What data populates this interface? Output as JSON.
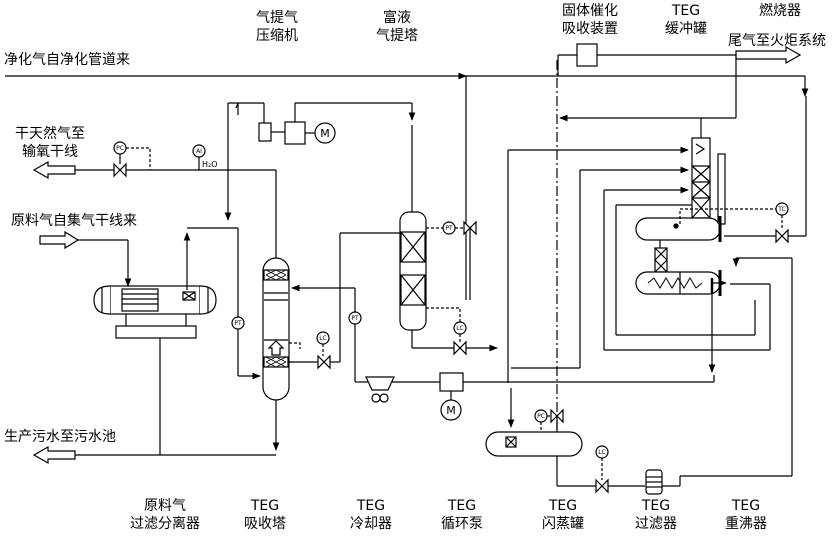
{
  "labels": {
    "strip_compressor": [
      "气提气",
      "压缩机"
    ],
    "rich_stripper": [
      "富液",
      "气提塔"
    ],
    "catalytic_absorber": [
      "固体催化",
      "吸收装置"
    ],
    "teg_surge": [
      "TEG",
      "缓冲罐"
    ],
    "incinerator": "燃烧器",
    "treated_gas_in": "净化气自净化管道来",
    "tailgas_to_flare": "尾气至火炬系统",
    "dry_gas_out": [
      "干天然气至",
      "输氧干线"
    ],
    "raw_gas_in": "原料气自集气干线来",
    "wastewater_out": "生产污水至污水池",
    "inlet_separator": [
      "原料气",
      "过滤分离器"
    ],
    "teg_contactor": [
      "TEG",
      "吸收塔"
    ],
    "teg_cooler": [
      "TEG",
      "冷却器"
    ],
    "teg_pump": [
      "TEG",
      "循环泵"
    ],
    "teg_flash": [
      "TEG",
      "闪蒸罐"
    ],
    "teg_filter": [
      "TEG",
      "过滤器"
    ],
    "teg_reboiler": [
      "TEG",
      "重沸器"
    ]
  },
  "instruments": {
    "pc": "PC",
    "ai": "AI",
    "h2o": "H₂O",
    "pt": "PT",
    "lc": "LC",
    "tc": "TC",
    "motor": "M"
  }
}
